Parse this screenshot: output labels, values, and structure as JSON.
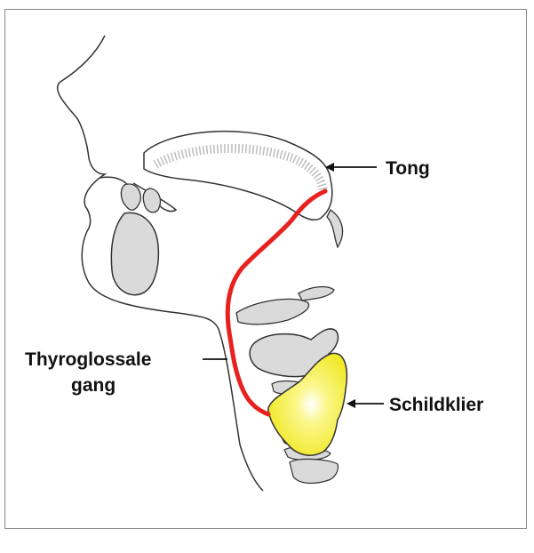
{
  "labels": {
    "tongue": "Tong",
    "duct_line1": "Thyroglossale",
    "duct_line2": "gang",
    "thyroid": "Schildklier"
  },
  "colors": {
    "duct": "#e8211f",
    "thyroid_fill": "#f4f03a",
    "thyroid_highlight": "#ffffff",
    "structure_fill": "#dadada",
    "outline": "#333333",
    "frame": "#888888"
  },
  "icons": {
    "arrow": "left-arrow-icon"
  }
}
